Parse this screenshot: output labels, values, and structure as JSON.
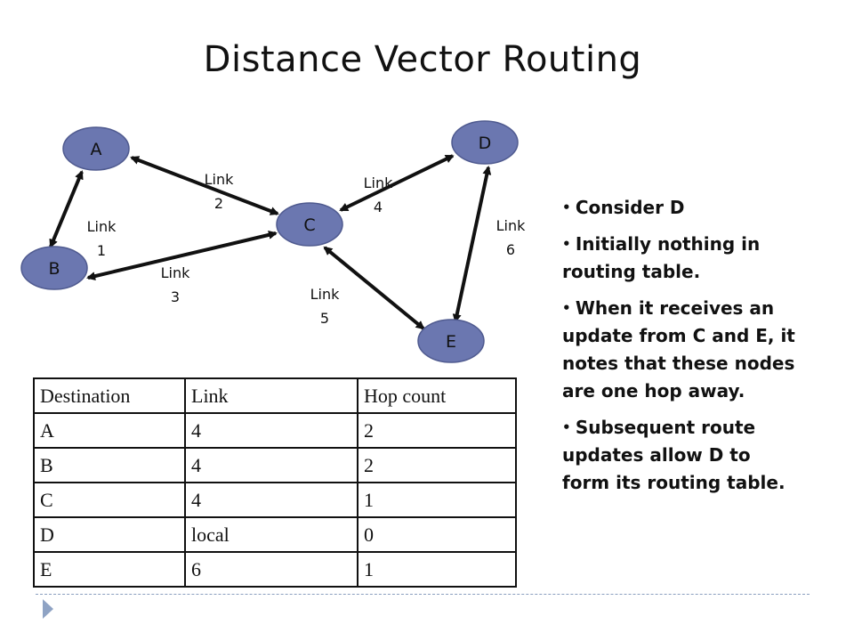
{
  "slide": {
    "title": "Distance Vector Routing"
  },
  "diagram": {
    "node_color": "#6b77b0",
    "nodes": [
      "A",
      "B",
      "C",
      "D",
      "E"
    ],
    "links": [
      {
        "label_line1": "Link",
        "label_line2": "1",
        "between": [
          "A",
          "B"
        ]
      },
      {
        "label_line1": "Link",
        "label_line2": "2",
        "between": [
          "A",
          "C"
        ]
      },
      {
        "label_line1": "Link",
        "label_line2": "3",
        "between": [
          "B",
          "C"
        ]
      },
      {
        "label_line1": "Link",
        "label_line2": "4",
        "between": [
          "C",
          "D"
        ]
      },
      {
        "label_line1": "Link",
        "label_line2": "5",
        "between": [
          "C",
          "E"
        ]
      },
      {
        "label_line1": "Link",
        "label_line2": "6",
        "between": [
          "D",
          "E"
        ]
      }
    ]
  },
  "bullets": [
    "Consider D",
    "Initially nothing in routing table.",
    "When it receives an update from C and E, it notes that these nodes are one hop away.",
    "Subsequent route updates allow D to form its routing table."
  ],
  "routing_table": {
    "headers": [
      "Destination",
      "Link",
      "Hop count"
    ],
    "rows": [
      [
        "A",
        "4",
        "2"
      ],
      [
        "B",
        "4",
        "2"
      ],
      [
        "C",
        "4",
        "1"
      ],
      [
        "D",
        "local",
        "0"
      ],
      [
        "E",
        "6",
        "1"
      ]
    ]
  }
}
